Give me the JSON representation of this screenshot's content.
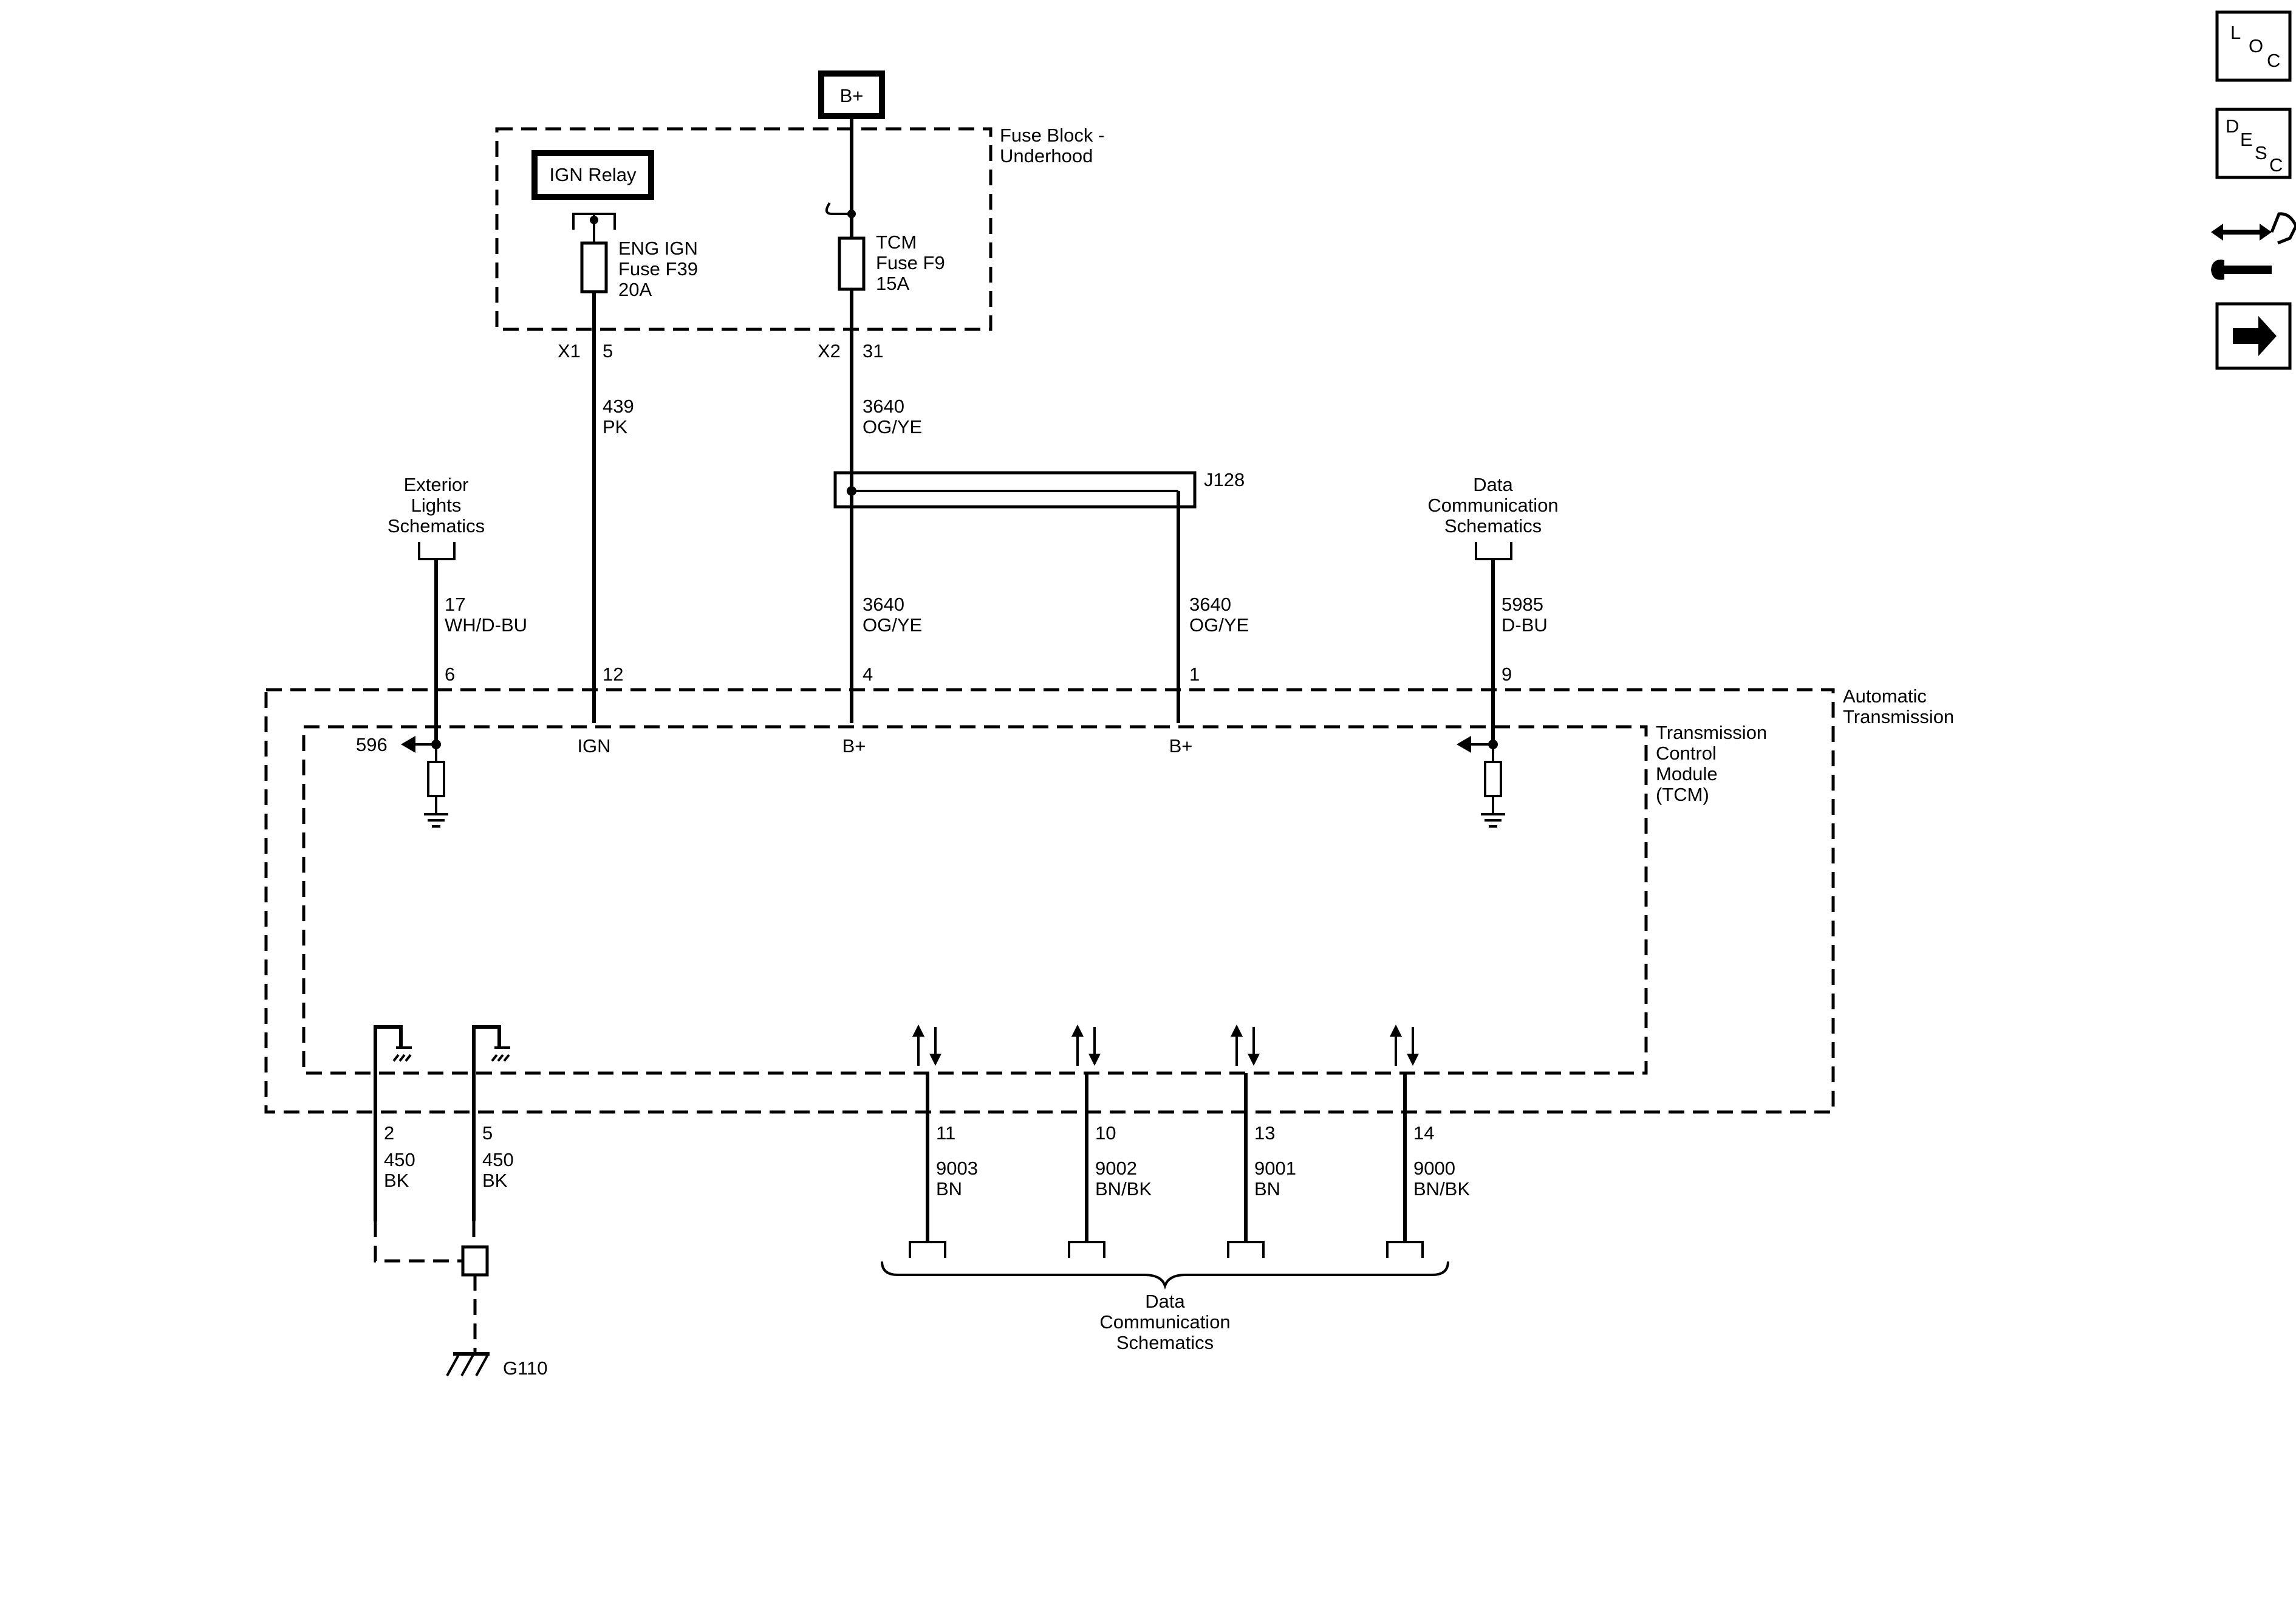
{
  "power": {
    "b_plus_top": "B+",
    "ign_relay": "IGN Relay"
  },
  "fuse_block": {
    "name_line1": "Fuse Block -",
    "name_line2": "Underhood",
    "f39": {
      "line1": "ENG IGN",
      "line2": "Fuse F39",
      "line3": "20A"
    },
    "f9": {
      "line1": "TCM",
      "line2": "Fuse F9",
      "line3": "15A"
    },
    "x1_connector": "X1",
    "x1_pin": "5",
    "x2_connector": "X2",
    "x2_pin": "31"
  },
  "splice": {
    "name": "J128"
  },
  "wires": {
    "w439": {
      "circuit": "439",
      "color": "PK"
    },
    "w3640_upper": {
      "circuit": "3640",
      "color": "OG/YE"
    },
    "w3640_left": {
      "circuit": "3640",
      "color": "OG/YE"
    },
    "w3640_right": {
      "circuit": "3640",
      "color": "OG/YE"
    },
    "w17": {
      "circuit": "17",
      "color": "WH/D-BU"
    },
    "w5985": {
      "circuit": "5985",
      "color": "D-BU"
    },
    "gnd_a": {
      "pin": "2",
      "circuit": "450",
      "color": "BK"
    },
    "gnd_b": {
      "pin": "5",
      "circuit": "450",
      "color": "BK"
    },
    "d11": {
      "pin": "11",
      "circuit": "9003",
      "color": "BN"
    },
    "d10": {
      "pin": "10",
      "circuit": "9002",
      "color": "BN/BK"
    },
    "d13": {
      "pin": "13",
      "circuit": "9001",
      "color": "BN"
    },
    "d14": {
      "pin": "14",
      "circuit": "9000",
      "color": "BN/BK"
    }
  },
  "refs": {
    "exterior_lights": [
      "Exterior",
      "Lights",
      "Schematics"
    ],
    "data_comm_top": [
      "Data",
      "Communication",
      "Schematics"
    ],
    "data_comm_bottom": [
      "Data",
      "Communication",
      "Schematics"
    ]
  },
  "module": {
    "outer_line1": "Automatic",
    "outer_line2": "Transmission",
    "tcm_lines": [
      "Transmission",
      "Control",
      "Module",
      "(TCM)"
    ],
    "pin_6": "6",
    "pin_12": "12",
    "pin_4": "4",
    "pin_1": "1",
    "pin_9": "9",
    "internal_596": "596",
    "internal_ign": "IGN",
    "internal_bplus_4": "B+",
    "internal_bplus_1": "B+"
  },
  "ground": {
    "name": "G110"
  },
  "side_toolbar": {
    "loc": {
      "l": "L",
      "o": "O",
      "c": "C"
    },
    "desc": {
      "d": "D",
      "e": "E",
      "s": "S",
      "c": "C"
    },
    "connector_icon": "connector-repair-icon",
    "next_icon": "arrow-right-icon"
  }
}
